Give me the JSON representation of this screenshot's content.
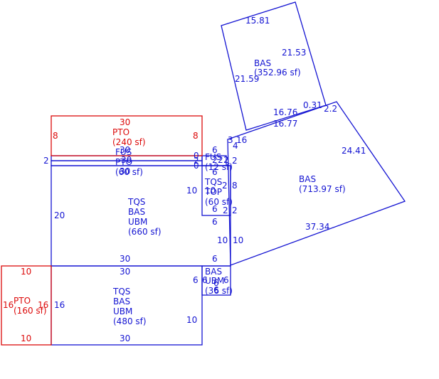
{
  "colors": {
    "blue": "#1414d2",
    "red": "#dc0a0a"
  },
  "areas": {
    "bas_top": {
      "name": "BAS",
      "area": "(352.96 sf)"
    },
    "bas_right": {
      "name": "BAS",
      "area": "(713.97 sf)"
    },
    "pto_red_top": {
      "name": "PTO",
      "area": "(240 sf)"
    },
    "fus_strip": {
      "name": "FUS"
    },
    "pto_strip": {
      "name": "PTO",
      "area": "(60 sf)"
    },
    "fus_small": {
      "name": "FUS",
      "area": "(12 sf)"
    },
    "tqs_top": {
      "line1": "TQS",
      "line2": "TOP",
      "area": "(60 sf)"
    },
    "main": {
      "line1": "TQS",
      "line2": "BAS",
      "line3": "UBM",
      "area": "(660 sf)"
    },
    "bas_ubm_small": {
      "line1": "BAS",
      "line2": "UBM",
      "area": "(36 sf)"
    },
    "lower": {
      "line1": "TQS",
      "line2": "BAS",
      "line3": "UBM",
      "area": "(480 sf)"
    },
    "pto_red_left": {
      "name": "PTO",
      "area": "(160 sf)"
    }
  },
  "dimensions": {
    "top_15_81": "15.81",
    "top_21_53": "21.53",
    "top_21_59": "21.59",
    "r_16_76": "16.76",
    "r_0_31": "0.31",
    "r_2_2": "2.2",
    "r_16_77": "16.77",
    "r_24_41": "24.41",
    "r_37_34": "37.34",
    "r_3": "3",
    "r_16": "16",
    "r_4": "4",
    "pto_top_30": "30",
    "pto_left_8": "8",
    "pto_right_8": "8",
    "strip_2_left": "2",
    "strip_30a": "30",
    "strip_30b": "30",
    "strip_30c": "30",
    "strip_2a": "2",
    "strip_2b": "2",
    "strip_0a": "0",
    "strip_0b": "0",
    "fus_6": "6",
    "fus_2a": "2",
    "fus_2b": "2",
    "fus_2c": "2",
    "fus_2d": "2",
    "tqs_6a": "6",
    "tqs_10": "10",
    "tqs_10b": "10",
    "tqs_8": "8",
    "tqs_6b": "6",
    "tqs_2a": "2",
    "tqs_2b": "2",
    "main_20": "20",
    "main_6": "6",
    "main_10a": "10",
    "main_10b": "10",
    "main_30_bottom": "30",
    "main_6b": "6",
    "lower_30_top": "30",
    "lower_16": "16",
    "lower_10": "10",
    "lower_30_bottom": "30",
    "sm_6a": "6",
    "sm_6b": "6",
    "sm_6c": "6",
    "sm_6d": "6",
    "sm_6e": "6",
    "pto_l_10_top": "10",
    "pto_l_10_bottom": "10",
    "pto_l_16_left": "16",
    "pto_l_16_right": "16"
  }
}
